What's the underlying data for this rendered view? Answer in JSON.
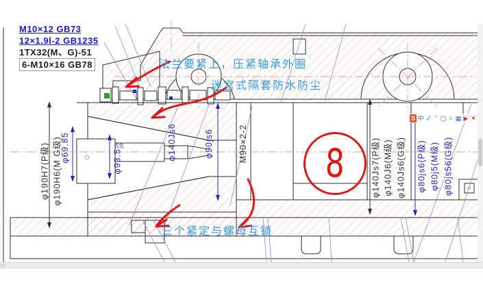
{
  "colors": {
    "cad_blue": "#2424cc",
    "cad_black": "#2e2e2e",
    "note_blue": "#1717dd",
    "ink_blue": "#2f9bea",
    "ink_red": "#e31515",
    "hatch_red": "#f2a0a0",
    "center_red": "#ee9999",
    "line_blue": "#8f8fdd",
    "marker_green": "#33a02c",
    "outline": "#2b2b2b"
  },
  "notes": [
    {
      "text": "M10×12 GB73"
    },
    {
      "text": "12×1.9Ⅰ-2 GB1235"
    },
    {
      "text": "1TX32(M、G)-51"
    },
    {
      "text": "6-M10×16 GB78"
    }
  ],
  "annotations": {
    "flange_note": "法兰要紧上，压紧轴承外圈",
    "labyrinth_note": "迷宫式隔套防水防尘",
    "lock_note": "三个紧定与螺母互锁",
    "circled_number": "8"
  },
  "dimensions": {
    "left": [
      {
        "text": "φ190H7(P级)"
      },
      {
        "text": "φ190H6(M G级)"
      },
      {
        "text": "φ69.85"
      },
      {
        "text": "φ93.5",
        "tol_top": "18",
        "tol_bottom": "19"
      }
    ],
    "middle": [
      {
        "text": "φ140Js6"
      },
      {
        "text": "φ90js6"
      },
      {
        "text": "M90×2-2"
      }
    ],
    "right_black": [
      {
        "text": "φ140Js7(P级)"
      },
      {
        "text": "φ140J6(M级)"
      },
      {
        "text": "φ140Js6(G级)"
      }
    ],
    "right_blue": [
      {
        "text": "φ80js6(P级)"
      },
      {
        "text": "φ80j5(M级)"
      },
      {
        "text": "φ80js56(G级)"
      }
    ]
  },
  "ime_toolbar": {
    "icons": [
      {
        "glyph": "S",
        "color": "#ffffff",
        "bg": "#e8572a"
      },
      {
        "glyph": "中",
        "color": "#2f6fd6",
        "bg": "transparent"
      },
      {
        "glyph": "ノ",
        "color": "#2f6fd6",
        "bg": "transparent"
      },
      {
        "glyph": "’’",
        "color": "#2f6fd6",
        "bg": "transparent"
      },
      {
        "glyph": "▢",
        "color": "#2f6fd6",
        "bg": "transparent"
      },
      {
        "glyph": "≡",
        "color": "#8aa0c0",
        "bg": "transparent"
      },
      {
        "glyph": "▦",
        "color": "#2f6fd6",
        "bg": "transparent"
      },
      {
        "glyph": "▶",
        "color": "#d43b2a",
        "bg": "transparent"
      },
      {
        "glyph": "✦",
        "color": "#d43b2a",
        "bg": "transparent"
      },
      {
        "glyph": "◯",
        "color": "#2f6fd6",
        "bg": "transparent"
      }
    ]
  }
}
